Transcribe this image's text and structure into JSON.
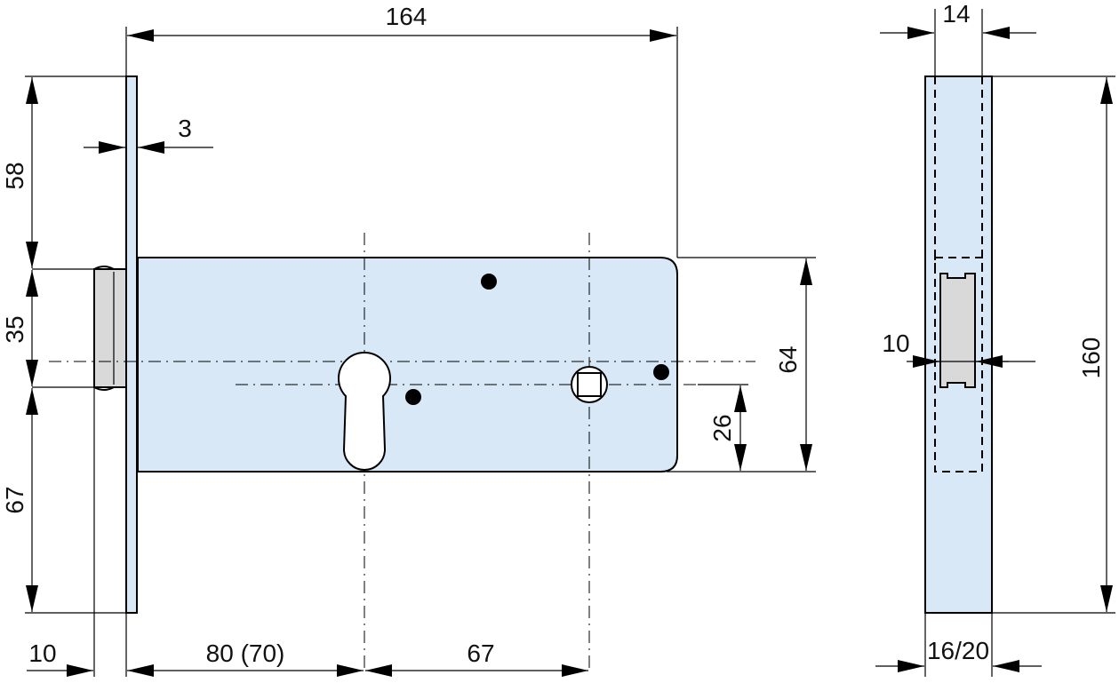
{
  "colors": {
    "part_fill": "#d8e8f6",
    "bolt_fill": "#d9d9d9",
    "line": "#000000"
  },
  "dimensions": {
    "total_length": "164",
    "faceplate_thickness": "3",
    "top_to_bolt": "58",
    "bolt_height": "35",
    "bottom_length": "67",
    "bolt_projection": "10",
    "backset": "80 (70)",
    "cylinder_to_handle": "67",
    "case_height": "64",
    "handle_offset": "26",
    "faceplate_width": "14",
    "faceplate_length": "160",
    "bolt_width": "10",
    "mortise_width": "16/20"
  }
}
